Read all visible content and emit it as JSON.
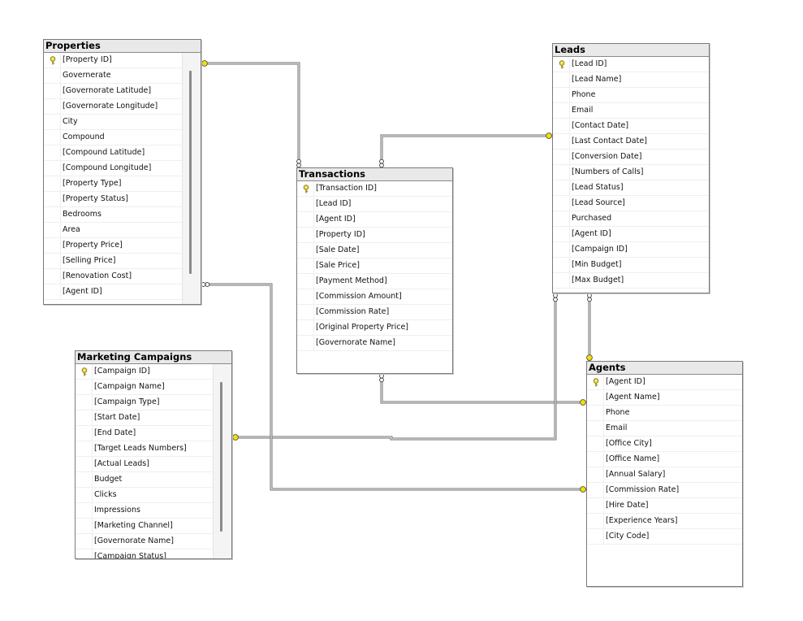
{
  "diagram": {
    "tables": {
      "properties": {
        "title": "Properties",
        "primary_key": "[Property ID]",
        "columns": [
          "Governerate",
          "[Governorate Latitude]",
          "[Governorate Longitude]",
          "City",
          "Compound",
          "[Compound Latitude]",
          "[Compound Longitude]",
          "[Property Type]",
          "[Property Status]",
          "Bedrooms",
          "Area",
          "[Property Price]",
          "[Selling Price]",
          "[Renovation Cost]",
          "[Agent ID]"
        ]
      },
      "transactions": {
        "title": "Transactions",
        "primary_key": "[Transaction ID]",
        "columns": [
          "[Lead ID]",
          "[Agent ID]",
          "[Property ID]",
          "[Sale Date]",
          "[Sale Price]",
          "[Payment Method]",
          "[Commission Amount]",
          "[Commission Rate]",
          "[Original Property Price]",
          "[Governorate Name]"
        ]
      },
      "leads": {
        "title": "Leads",
        "primary_key": "[Lead ID]",
        "columns": [
          "[Lead Name]",
          "Phone",
          "Email",
          "[Contact Date]",
          "[Last Contact Date]",
          "[Conversion Date]",
          "[Numbers of Calls]",
          "[Lead Status]",
          "[Lead Source]",
          "Purchased",
          "[Agent ID]",
          "[Campaign ID]",
          "[Min Budget]",
          "[Max Budget]"
        ]
      },
      "marketing_campaigns": {
        "title": "Marketing Campaigns",
        "primary_key": "[Campaign ID]",
        "columns": [
          "[Campaign Name]",
          "[Campaign Type]",
          "[Start Date]",
          "[End Date]",
          "[Target Leads Numbers]",
          "[Actual Leads]",
          "Budget",
          "Clicks",
          "Impressions",
          "[Marketing Channel]",
          "[Governorate Name]",
          "[Campaign Status]"
        ]
      },
      "agents": {
        "title": "Agents",
        "primary_key": "[Agent ID]",
        "columns": [
          "[Agent Name]",
          "Phone",
          "Email",
          "[Office City]",
          "[Office Name]",
          "[Annual Salary]",
          "[Commission Rate]",
          "[Hire Date]",
          "[Experience Years]",
          "[City Code]"
        ]
      }
    },
    "colors": {
      "key_icon": "#e8d23a",
      "connector_key": "#f2e000",
      "line": "#6e6e6e"
    },
    "icons": {
      "primary_key": "key-icon",
      "relationship_one": "key-icon",
      "relationship_many": "infinity-icon"
    }
  }
}
